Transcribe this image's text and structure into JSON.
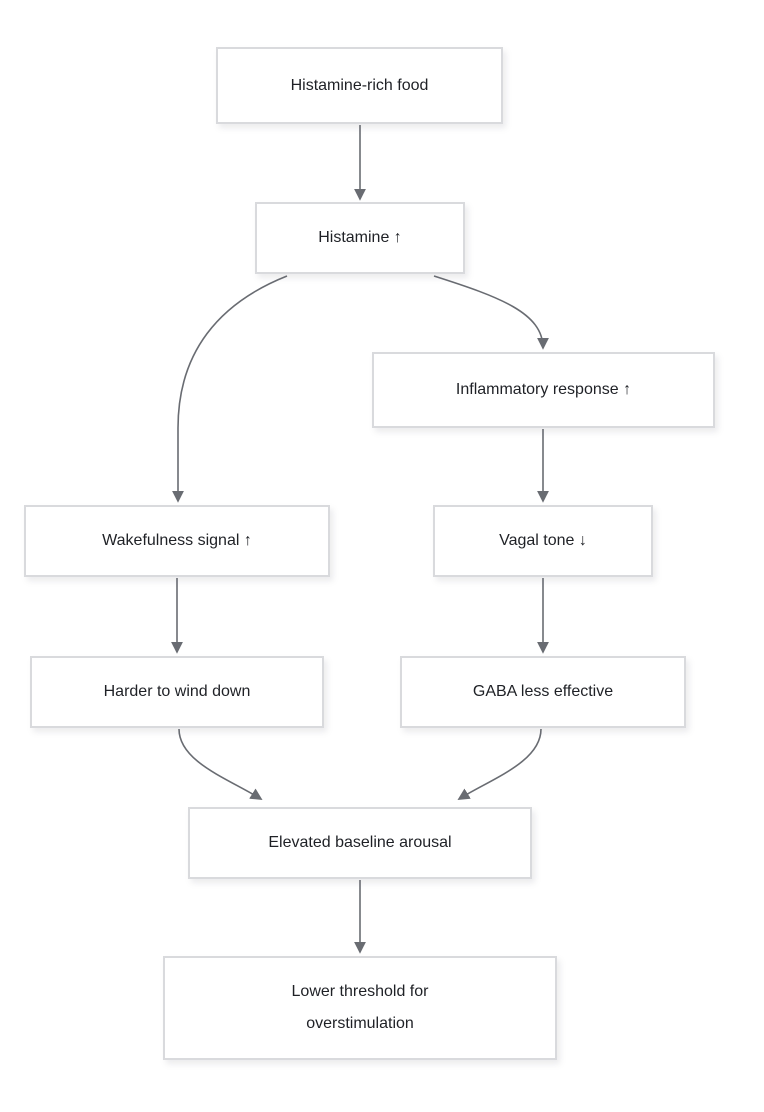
{
  "diagram": {
    "type": "flowchart",
    "direction": "top-down",
    "nodes": [
      {
        "id": "histamine-rich-food",
        "label": "Histamine-rich food"
      },
      {
        "id": "histamine-up",
        "label": "Histamine ↑"
      },
      {
        "id": "inflammatory-response-up",
        "label": "Inflammatory response ↑"
      },
      {
        "id": "wakefulness-signal-up",
        "label": "Wakefulness signal ↑"
      },
      {
        "id": "vagal-tone-down",
        "label": "Vagal tone ↓"
      },
      {
        "id": "harder-to-wind-down",
        "label": "Harder to wind down"
      },
      {
        "id": "gaba-less-effective",
        "label": "GABA less effective"
      },
      {
        "id": "elevated-baseline-arousal",
        "label": "Elevated baseline arousal"
      },
      {
        "id": "lower-threshold-for-overstimulation",
        "label": "Lower threshold for\noverstimulation"
      }
    ],
    "edges": [
      {
        "from": "histamine-rich-food",
        "to": "histamine-up"
      },
      {
        "from": "histamine-up",
        "to": "wakefulness-signal-up"
      },
      {
        "from": "histamine-up",
        "to": "inflammatory-response-up"
      },
      {
        "from": "inflammatory-response-up",
        "to": "vagal-tone-down"
      },
      {
        "from": "wakefulness-signal-up",
        "to": "harder-to-wind-down"
      },
      {
        "from": "vagal-tone-down",
        "to": "gaba-less-effective"
      },
      {
        "from": "harder-to-wind-down",
        "to": "elevated-baseline-arousal"
      },
      {
        "from": "gaba-less-effective",
        "to": "elevated-baseline-arousal"
      },
      {
        "from": "elevated-baseline-arousal",
        "to": "lower-threshold-for-overstimulation"
      }
    ],
    "colors": {
      "background": "#ffffff",
      "node_bg": "#ffffff",
      "node_border": "#d9dadd",
      "text": "#1f2126",
      "arrow": "#696c72"
    }
  }
}
